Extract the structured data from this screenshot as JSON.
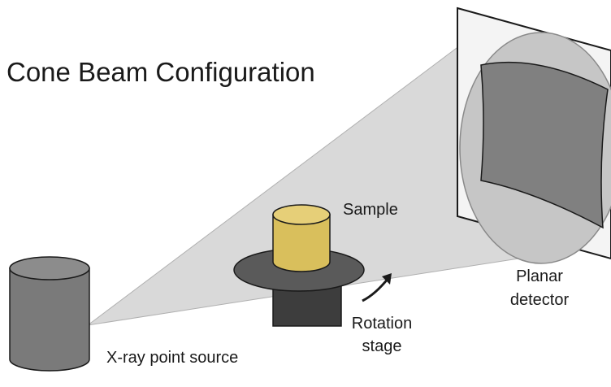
{
  "title": "Cone Beam Configuration",
  "labels": {
    "sample": "Sample",
    "planar_line1": "Planar",
    "planar_line2": "detector",
    "rotation_line1": "Rotation",
    "rotation_line2": "stage",
    "source": "X-ray point source"
  },
  "colors": {
    "beam": "#d9d9d9",
    "detector_disc": "#c6c6c6",
    "detector_panel": "#808080",
    "source": "#7a7a7a",
    "sample": "#d9bf5c",
    "stage_plate": "#5a5a5a",
    "stage_post": "#3d3d3d",
    "outline": "#1a1a1a"
  }
}
